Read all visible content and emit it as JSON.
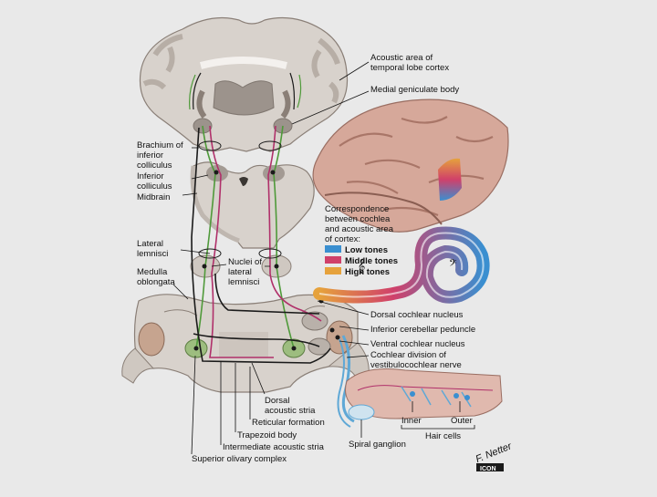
{
  "labels": {
    "acoustic_area": [
      "Acoustic area of",
      "temporal lobe cortex"
    ],
    "medial_geniculate": "Medial geniculate body",
    "brachium": [
      "Brachium of",
      "inferior",
      "colliculus"
    ],
    "inferior_colliculus": [
      "Inferior",
      "colliculus"
    ],
    "midbrain": "Midbrain",
    "lateral_lemnisci": [
      "Lateral",
      "lemnisci"
    ],
    "nuclei_lateral_lemnisci": [
      "Nuclei of",
      "lateral",
      "lemnisci"
    ],
    "medulla": [
      "Medulla",
      "oblongata"
    ],
    "dorsal_cochlear_nucleus": "Dorsal cochlear nucleus",
    "inferior_cerebellar_peduncle": "Inferior cerebellar peduncle",
    "ventral_cochlear_nucleus": "Ventral cochlear nucleus",
    "cochlear_division": [
      "Cochlear division of",
      "vestibulocochlear nerve"
    ],
    "dorsal_acoustic_stria": [
      "Dorsal",
      "acoustic stria"
    ],
    "reticular_formation": "Reticular formation",
    "trapezoid_body": "Trapezoid body",
    "intermediate_acoustic_stria": "Intermediate acoustic stria",
    "superior_olivary_complex": "Superior olivary complex",
    "spiral_ganglion": "Spiral ganglion",
    "inner": "Inner",
    "outer": "Outer",
    "hair_cells": "Hair cells"
  },
  "legend": {
    "title": [
      "Correspondence",
      "between cochlea",
      "and acoustic area",
      "of cortex:"
    ],
    "items": [
      {
        "label": "Low tones",
        "color": "#3a8fd0"
      },
      {
        "label": "Middle tones",
        "color": "#d0406a"
      },
      {
        "label": "High tones",
        "color": "#e6a23c"
      }
    ]
  },
  "signature": {
    "name": "F. Netter",
    "logo": "ICON"
  },
  "colors": {
    "background": "#e9e9e9",
    "pathway_pink": "#b0306a",
    "pathway_green": "#4f9a3a",
    "pathway_black": "#1a1a1a",
    "nerve_blue": "#5fa8d6"
  }
}
